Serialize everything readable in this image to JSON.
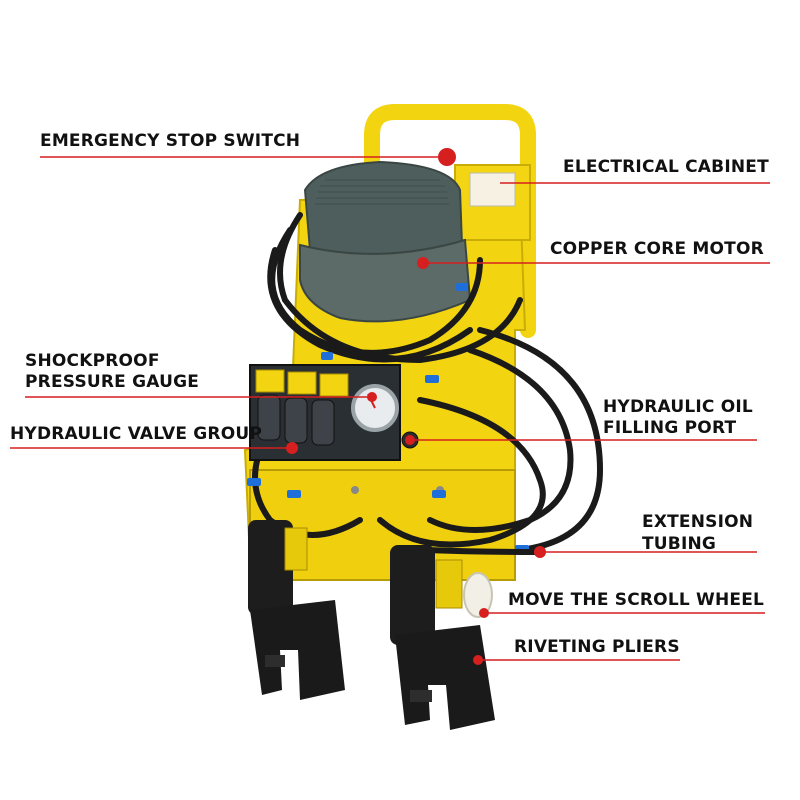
{
  "callouts": {
    "emergency_stop_switch": "EMERGENCY STOP SWITCH",
    "electrical_cabinet": "ELECTRICAL CABINET",
    "copper_core_motor": "COPPER CORE MOTOR",
    "shockproof_pressure_gauge_line1": "SHOCKPROOF",
    "shockproof_pressure_gauge_line2": "PRESSURE GAUGE",
    "hydraulic_oil_filling_port_line1": "HYDRAULIC OIL",
    "hydraulic_oil_filling_port_line2": "FILLING PORT",
    "hydraulic_valve_group": "HYDRAULIC VALVE GROUP",
    "extension_tubing_line1": "EXTENSION",
    "extension_tubing_line2": "TUBING",
    "move_the_scroll_wheel": "MOVE THE SCROLL WHEEL",
    "riveting_pliers": "RIVETING PLIERS"
  },
  "colors": {
    "leader_line": "#d61f1f",
    "frame_yellow": "#f2d411",
    "motor_grey": "#4e5e5c",
    "hose_black": "#1a1a1a",
    "fitting_blue": "#1e6fd9",
    "label_text": "#111111"
  }
}
